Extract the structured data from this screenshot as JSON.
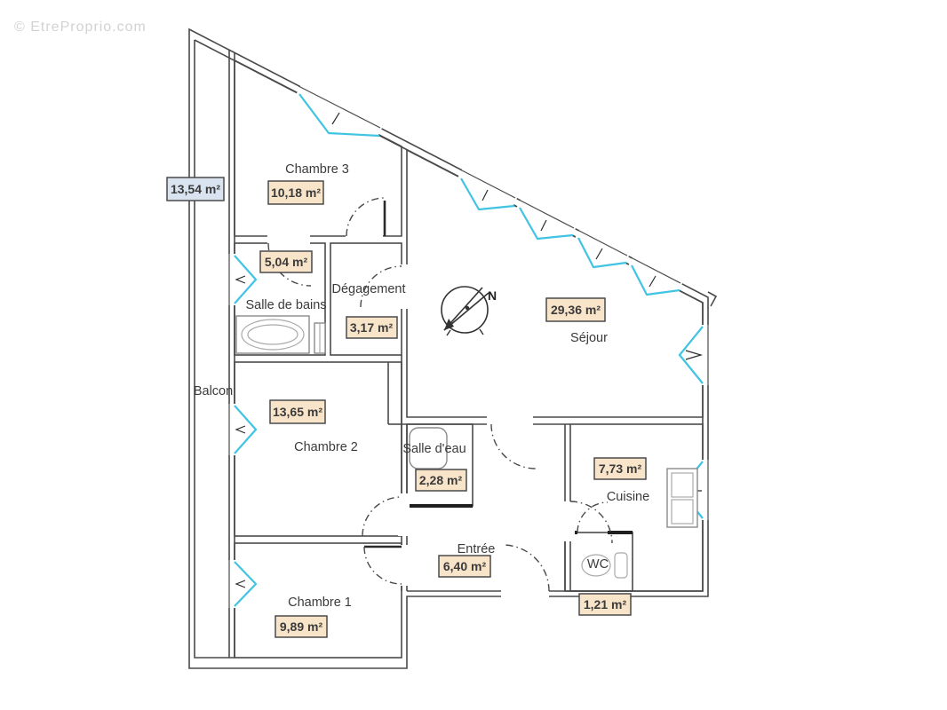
{
  "watermark": "© EtreProprio.com",
  "plan": {
    "compass_label": "N",
    "rooms": [
      {
        "name": "Balcon",
        "area": "13,54 m²"
      },
      {
        "name": "Chambre 3",
        "area": "10,18 m²"
      },
      {
        "name": "Salle de bains",
        "area": "5,04 m²"
      },
      {
        "name": "Dégagement",
        "area": "3,17 m²"
      },
      {
        "name": "Séjour",
        "area": "29,36 m²"
      },
      {
        "name": "Chambre 2",
        "area": "13,65 m²"
      },
      {
        "name": "Salle d'eau",
        "area": "2,28 m²"
      },
      {
        "name": "Cuisine",
        "area": "7,73 m²"
      },
      {
        "name": "Entrée",
        "area": "6,40 m²"
      },
      {
        "name": "WC",
        "area": "1,21 m²"
      },
      {
        "name": "Chambre 1",
        "area": "9,89 m²"
      }
    ],
    "colors": {
      "wall": "#4a4a4a",
      "window": "#41c3e3",
      "area_box_fill": "#f8e4c9",
      "balcony_box_fill": "#d9e4f0",
      "text": "#3b3b3b",
      "watermark": "#cbcbcb"
    }
  }
}
